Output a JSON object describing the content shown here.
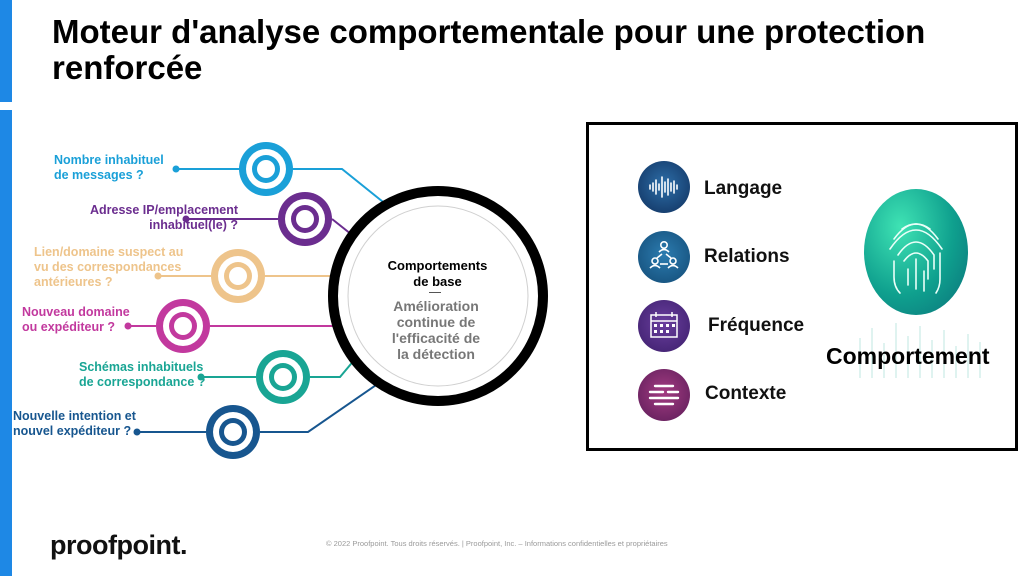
{
  "slide": {
    "title": "Moteur d'analyse comportementale pour une protection renforcée"
  },
  "behaviors": [
    {
      "label": "Nombre inhabituel\nde messages ?",
      "color": "#1aa0d8"
    },
    {
      "label": "Adresse IP/emplacement\ninhabituel(le) ?",
      "color": "#6b2d8f"
    },
    {
      "label": "Lien/domaine suspect au\nvu des correspondances\nantérieures ?",
      "color": "#eec48b"
    },
    {
      "label": "Nouveau domaine\nou expéditeur ?",
      "color": "#c2399e"
    },
    {
      "label": "Schémas inhabituels\nde correspondance ?",
      "color": "#19a594"
    },
    {
      "label": "Nouvelle intention et\nnouvel expéditeur ?",
      "color": "#17568f"
    }
  ],
  "center": {
    "title": "Comportements\nde base",
    "subtitle": "Amélioration\ncontinue de\nl'efficacité de\nla détection"
  },
  "panel": {
    "items": [
      {
        "label": "Langage",
        "icon": "sound-wave-icon"
      },
      {
        "label": "Relations",
        "icon": "network-people-icon"
      },
      {
        "label": "Fréquence",
        "icon": "calendar-icon"
      },
      {
        "label": "Contexte",
        "icon": "context-lines-icon"
      }
    ],
    "big_label": "Comportement",
    "image_icon": "fingerprint-icon"
  },
  "footer": {
    "logo": "proofpoint.",
    "copyright": "© 2022 Proofpoint. Tous droits réservés.  |  Proofpoint, Inc. – Informations confidentielles et propriétaires"
  }
}
